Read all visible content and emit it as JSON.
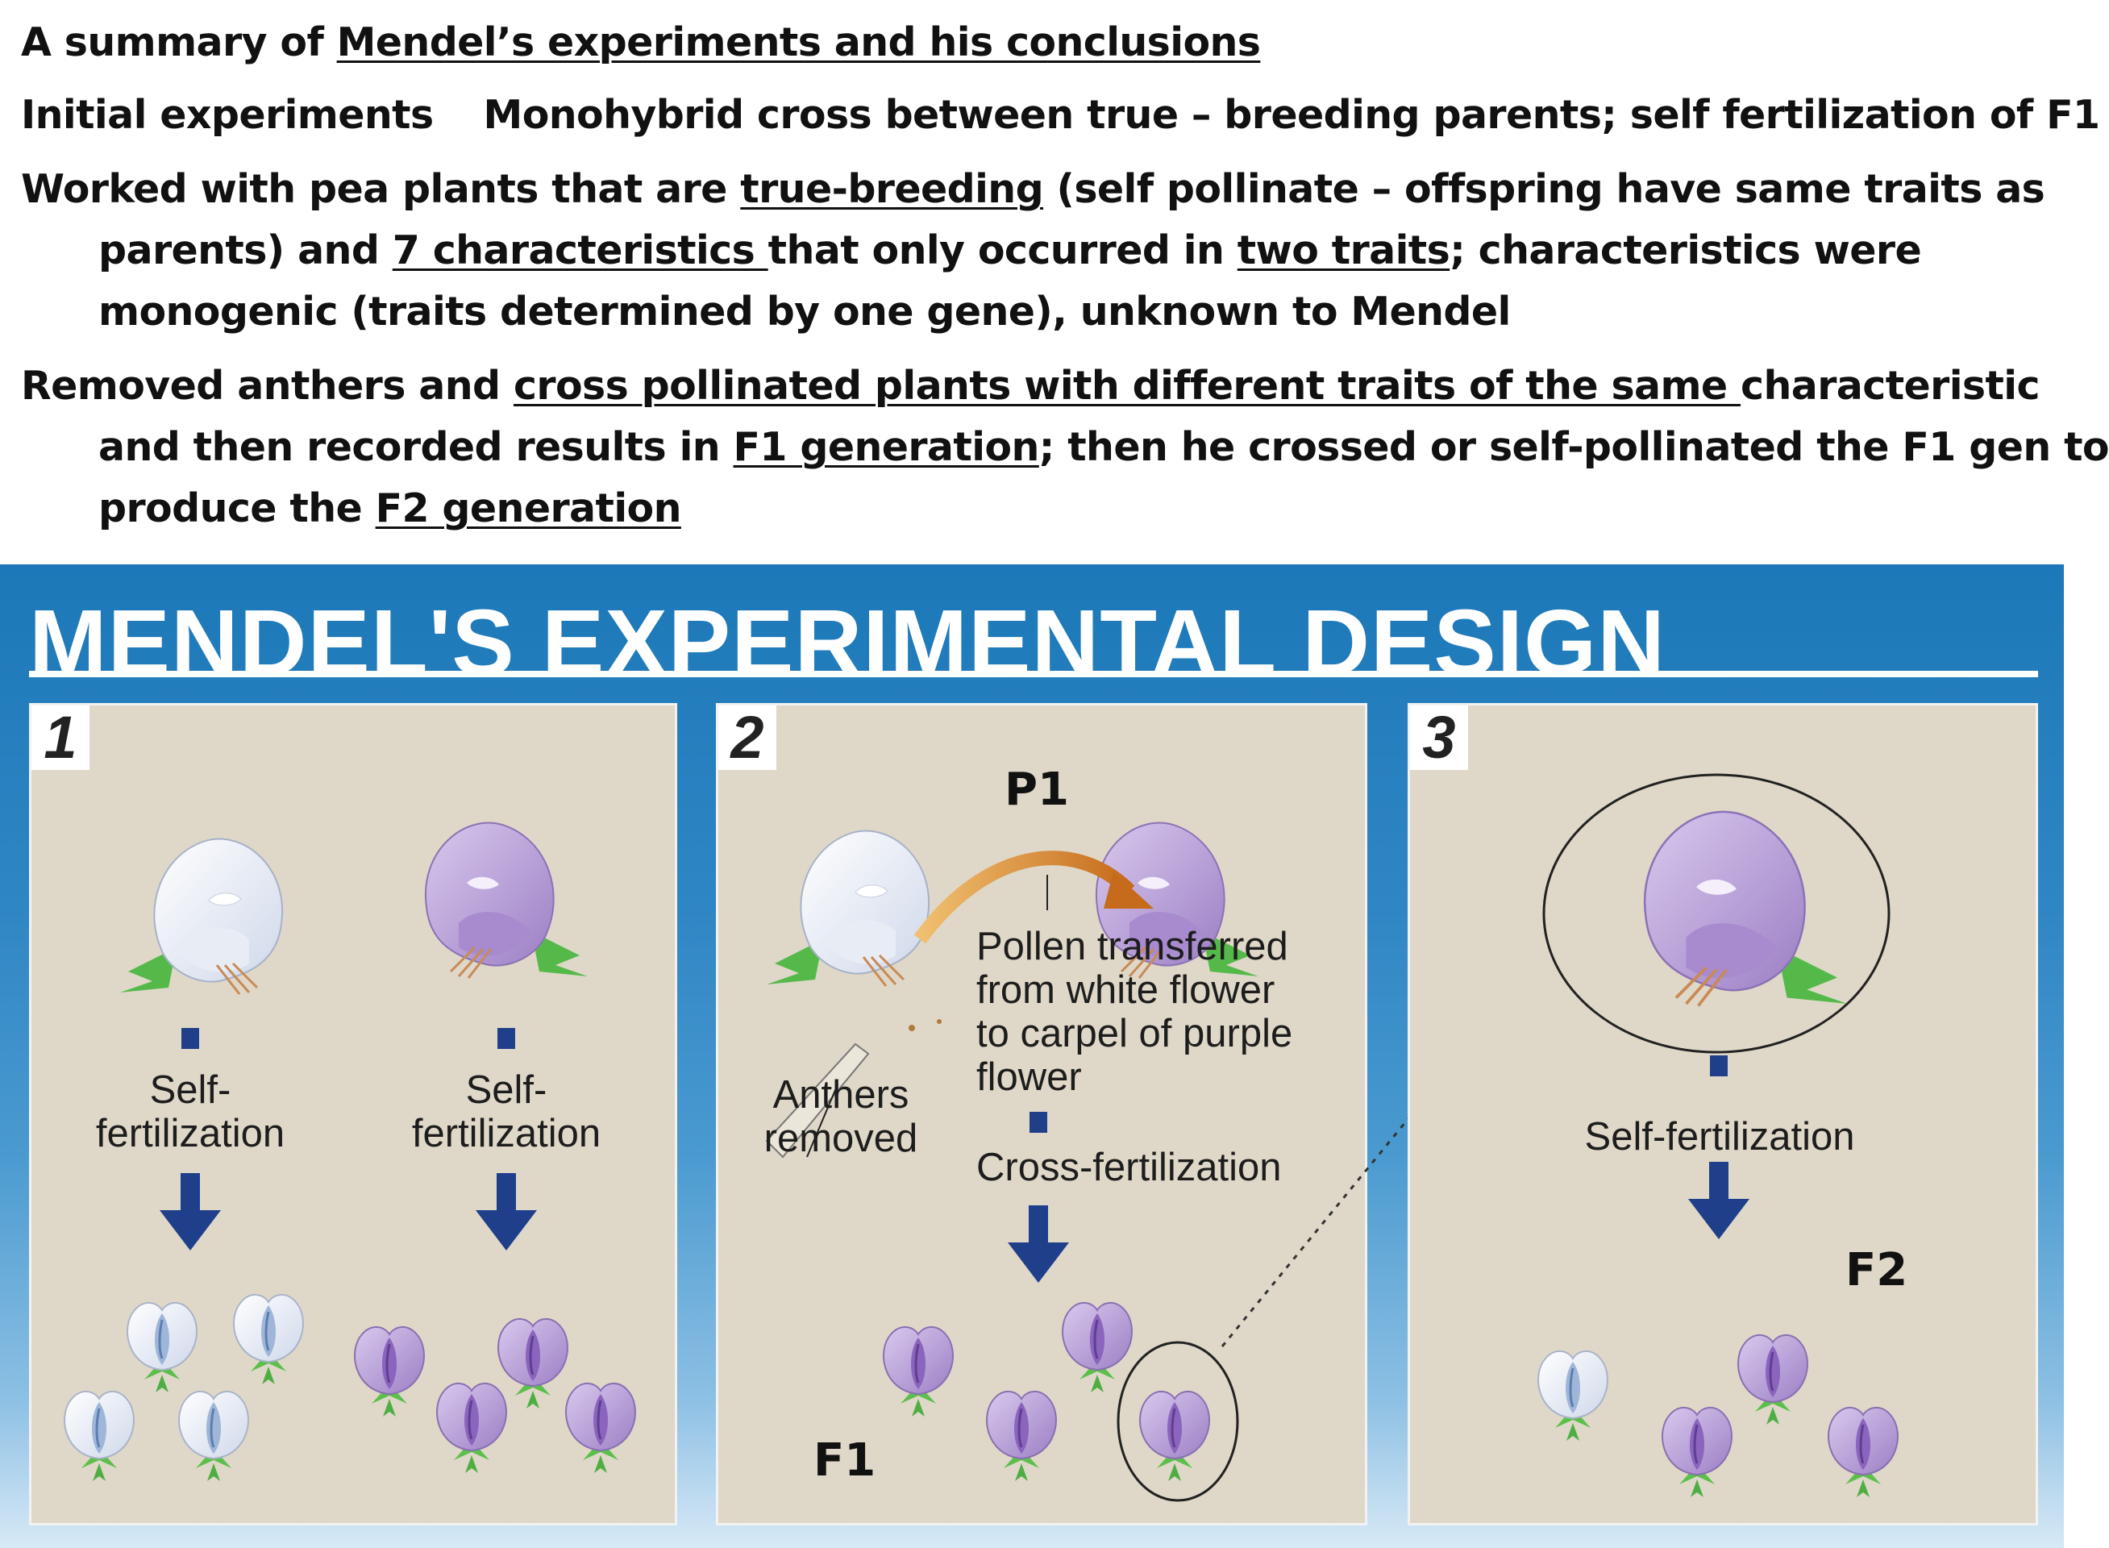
{
  "notes": {
    "line1": {
      "prefix": "A summary of ",
      "underlined": "Mendel’s experiments and his conclusions"
    },
    "line2": {
      "label": "Initial experiments",
      "text": "Monohybrid cross between true – breeding parents; self fertilization of F1"
    },
    "line3": {
      "a": "Worked with pea plants that are ",
      "u1": "true-breeding",
      "b": " (self pollinate – offspring have same traits as"
    },
    "line4": {
      "a": "parents) and ",
      "u1": "7 characteristics ",
      "b": "that only occurred in ",
      "u2": "two traits",
      "c": "; characteristics were"
    },
    "line5": {
      "a": "monogenic (traits determined by one gene), unknown to Mendel"
    },
    "line6": {
      "a": "Removed anthers and ",
      "u1": "cross pollinated plants with different traits of the same ",
      "b": "characteristic"
    },
    "line7": {
      "a": "and then recorded results in ",
      "u1": "F1 generation",
      "b": "; then he crossed or self-pollinated the F1 gen to"
    },
    "line8": {
      "a": "produce the ",
      "u1": "F2 generation"
    }
  },
  "figure": {
    "title": "MENDEL'S EXPERIMENTAL DESIGN",
    "panel1": {
      "number": "1",
      "left_label": "Self-\nfertilization",
      "right_label": "Self-\nfertilization"
    },
    "panel2": {
      "number": "2",
      "p1": "P1",
      "pollen_text": "Pollen transferred\nfrom white flower\nto carpel of purple\nflower",
      "anthers_label": "Anthers\nremoved",
      "cross_label": "Cross-fertilization",
      "f1": "F1"
    },
    "panel3": {
      "number": "3",
      "self_label": "Self-fertilization",
      "f2": "F2"
    }
  },
  "colors": {
    "panel_bg": "#dfd8c8",
    "figure_blue": "#1c78b8",
    "arrow_blue": "#1f3f8a",
    "purple_flower": "#b79ed6",
    "white_flower": "#f4f6fb",
    "leaf_green": "#58b84a",
    "orange_arrow": "#d98a2c"
  }
}
